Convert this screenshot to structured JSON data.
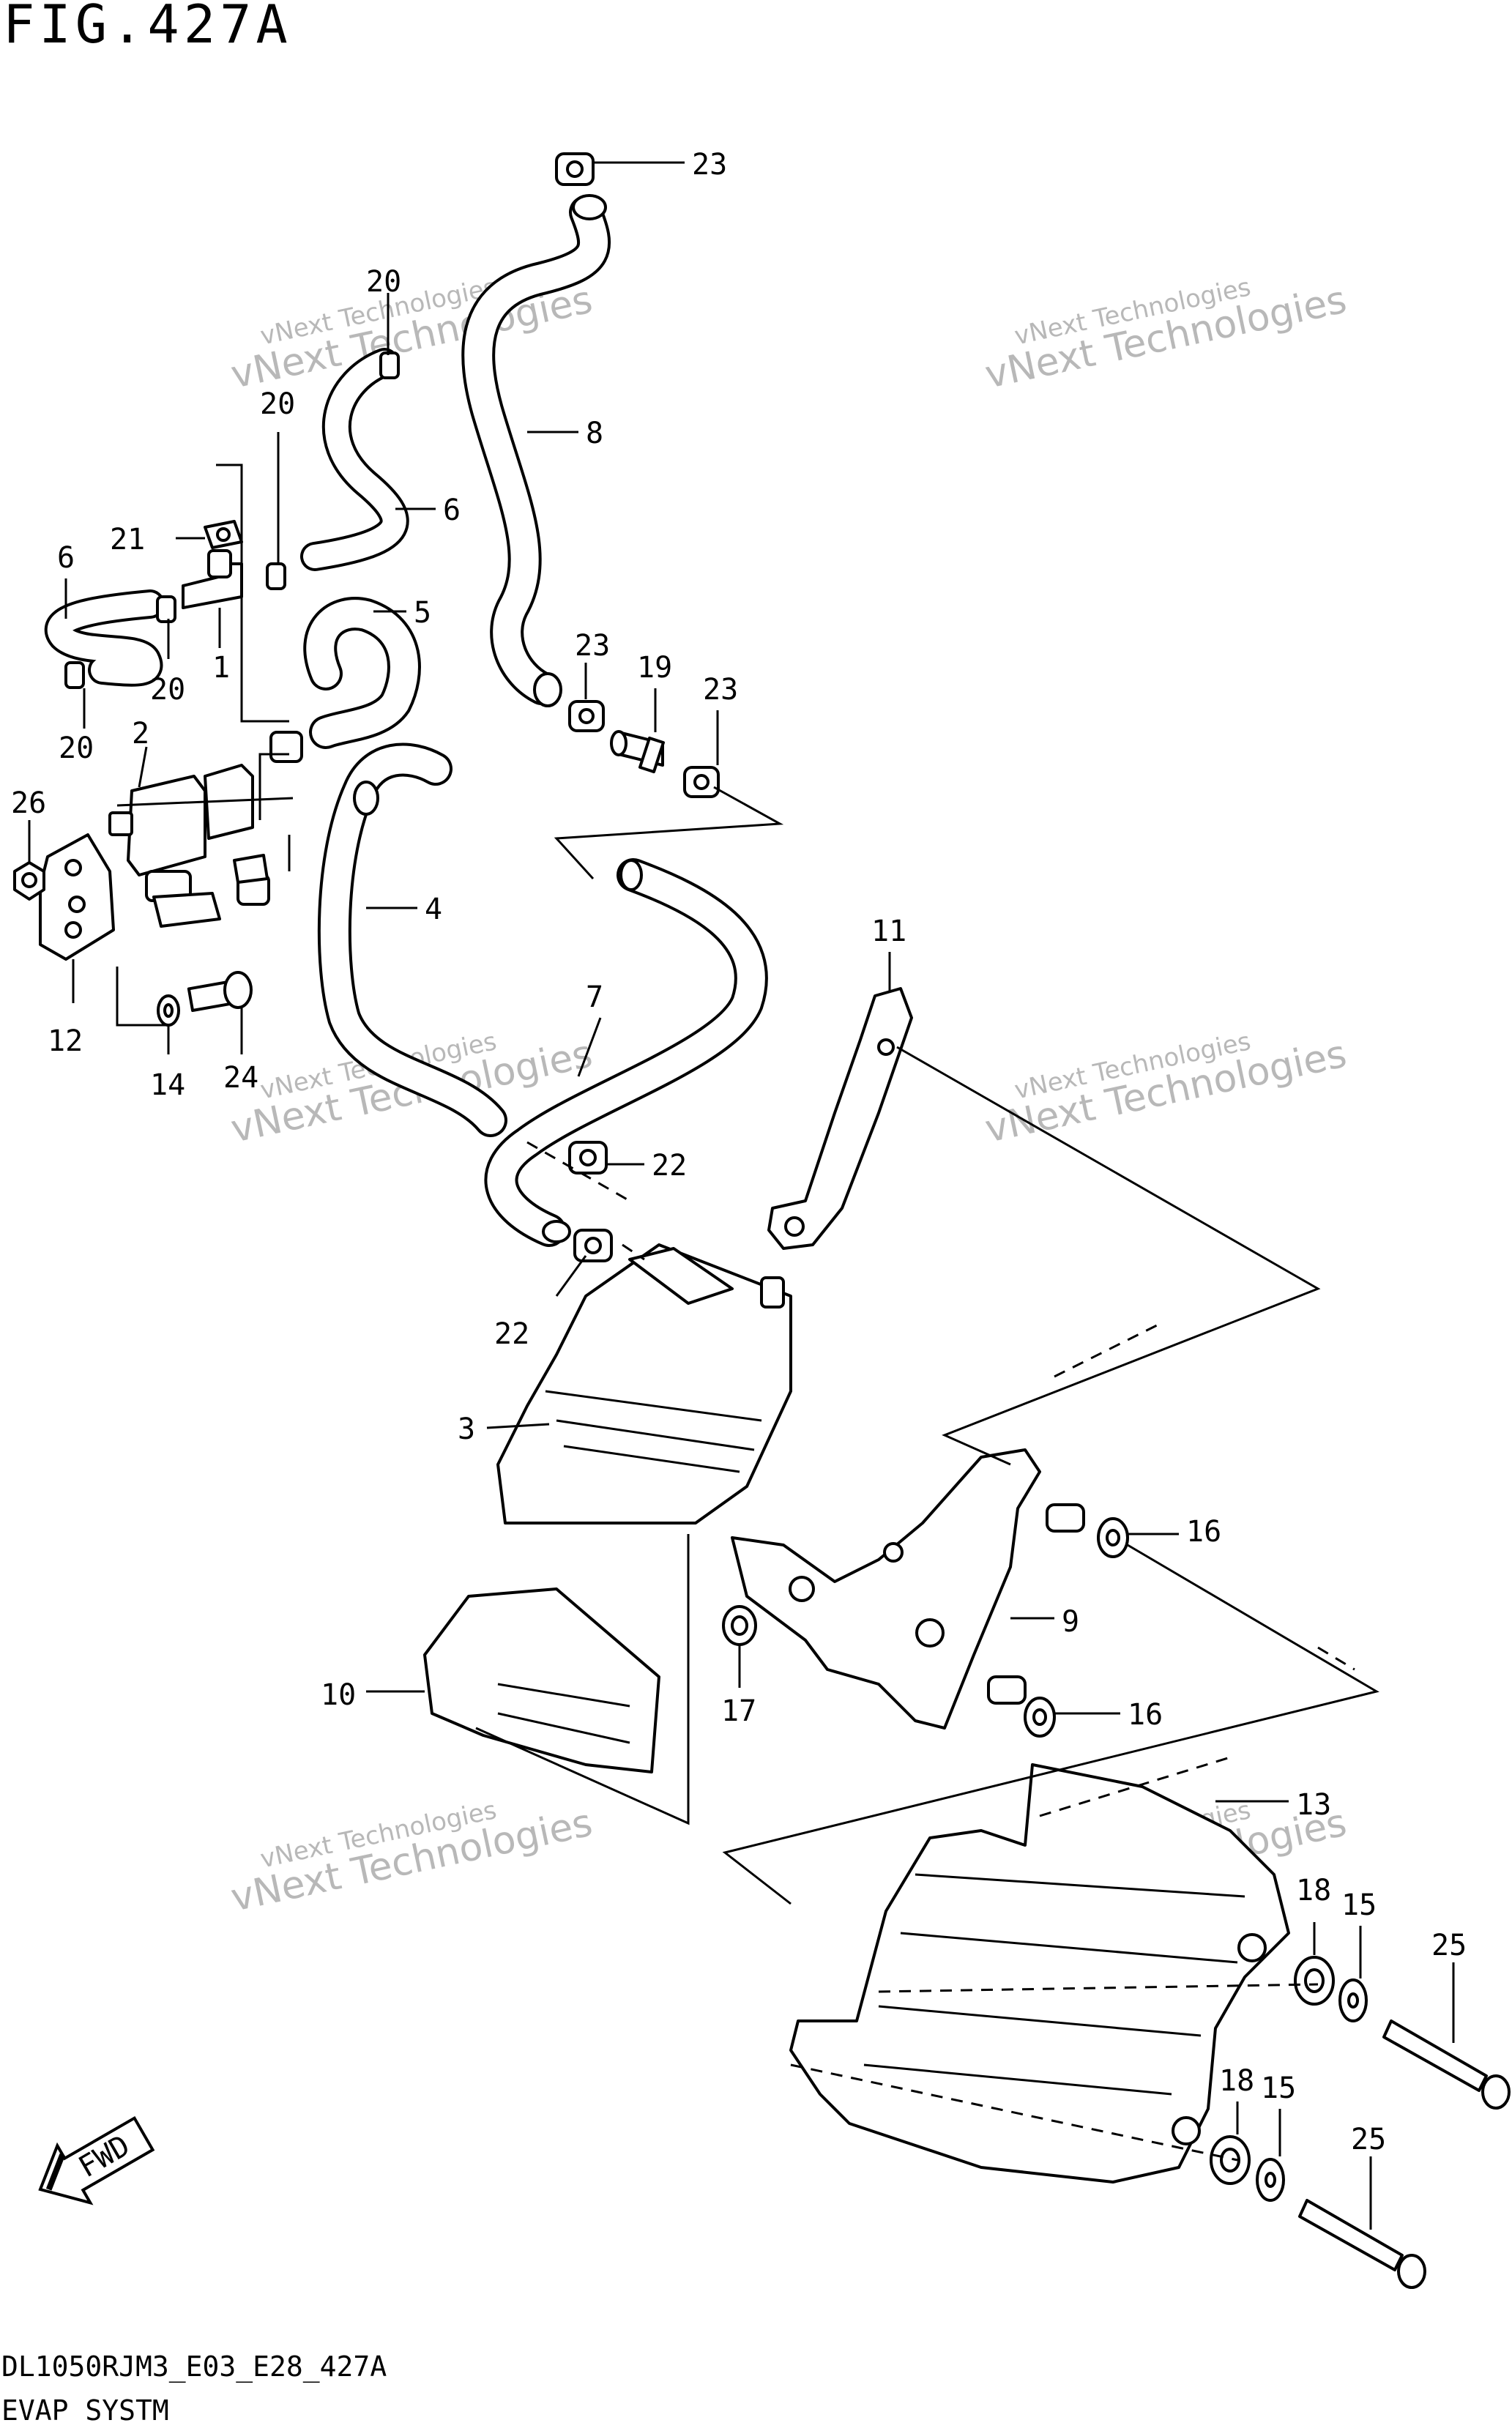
{
  "figure": {
    "title": "FIG.427A",
    "model_code": "DL1050RJM3_E03_E28_427A",
    "section_name": "EVAP SYSTM"
  },
  "watermark": {
    "line1": "vNext Technologies",
    "line2": "vNext Technologies"
  },
  "fwd_label": "FWD",
  "callouts": {
    "c1": "1",
    "c2": "2",
    "c3": "3",
    "c4": "4",
    "c5": "5",
    "c6a": "6",
    "c6b": "6",
    "c7": "7",
    "c8": "8",
    "c9": "9",
    "c10": "10",
    "c11": "11",
    "c12": "12",
    "c13": "13",
    "c14": "14",
    "c15a": "15",
    "c15b": "15",
    "c16a": "16",
    "c16b": "16",
    "c17": "17",
    "c18a": "18",
    "c18b": "18",
    "c19": "19",
    "c20a": "20",
    "c20b": "20",
    "c20c": "20",
    "c20d": "20",
    "c21": "21",
    "c22a": "22",
    "c22b": "22",
    "c23a": "23",
    "c23b": "23",
    "c23c": "23",
    "c24": "24",
    "c25a": "25",
    "c25b": "25",
    "c26": "26"
  }
}
